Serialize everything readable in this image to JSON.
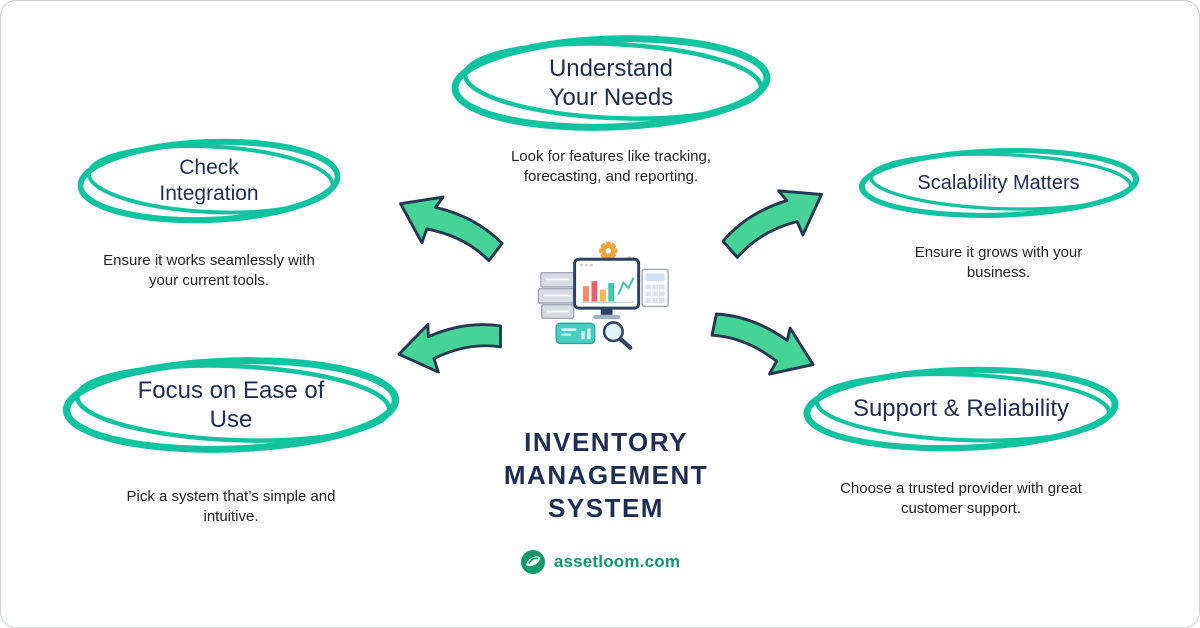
{
  "colors": {
    "ring": "#12c3a0",
    "arrow_fill": "#45d398",
    "arrow_outline": "#25384f",
    "heading": "#1e2d52",
    "description": "#232327",
    "brand_green": "#0c9a6b",
    "background": "#ffffff"
  },
  "center": {
    "title_lines": [
      "INVENTORY",
      "MANAGEMENT",
      "SYSTEM"
    ],
    "illustration": "inventory-dashboard-illustration"
  },
  "nodes": [
    {
      "id": "understand-your-needs",
      "label_lines": [
        "Understand",
        "Your Needs"
      ],
      "desc_lines": [
        "Look for features like tracking,",
        "forecasting, and reporting."
      ]
    },
    {
      "id": "check-integration",
      "label_lines": [
        "Check",
        "Integration"
      ],
      "desc_lines": [
        "Ensure it works seamlessly with",
        "your current tools."
      ]
    },
    {
      "id": "scalability-matters",
      "label_lines": [
        "Scalability Matters"
      ],
      "desc_lines": [
        "Ensure it grows with your",
        "business."
      ]
    },
    {
      "id": "focus-on-ease-of-use",
      "label_lines": [
        "Focus on Ease of",
        "Use"
      ],
      "desc_lines": [
        "Pick a system that’s simple and",
        "intuitive."
      ]
    },
    {
      "id": "support-reliability",
      "label_lines": [
        "Support & Reliability"
      ],
      "desc_lines": [
        "Choose a trusted provider with great",
        "customer support."
      ]
    }
  ],
  "footer": {
    "brand": "assetloom.com"
  }
}
